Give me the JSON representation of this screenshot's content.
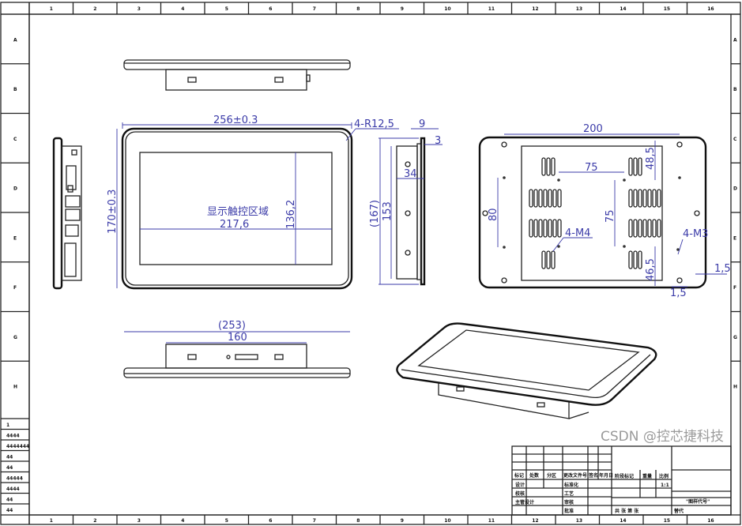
{
  "frame": {
    "columns": [
      "1",
      "2",
      "3",
      "4",
      "5",
      "6",
      "7",
      "8",
      "9",
      "10",
      "11",
      "12",
      "13",
      "14",
      "15",
      "16"
    ],
    "rows": [
      "A",
      "B",
      "C",
      "D",
      "E",
      "F",
      "G",
      "H"
    ]
  },
  "views": {
    "front": {
      "width_dim": "256±0.3",
      "height_dim": "170±0.3",
      "corner_radius": "4-R12,5",
      "area_label": "显示触控区域",
      "area_width": "217,6",
      "area_height": "136,2"
    },
    "side": {
      "depth_total": "9",
      "bezel": "3",
      "bracket_depth": "34",
      "overall_height": "(167)",
      "bracket_height": "153"
    },
    "back": {
      "hole_span": "200",
      "vesa_h": "75",
      "vesa_v": "75",
      "side_hole_span": "80",
      "top_offset": "48,5",
      "bottom_offset": "46,5",
      "m4": "4-M4",
      "m3": "4-M3",
      "edge_right": "1,5",
      "edge_bottom": "1,5"
    },
    "bottom": {
      "overall_width": "(253)",
      "bracket_width": "160"
    }
  },
  "title_block": {
    "headers": [
      "标记",
      "处数",
      "分区",
      "更改文件号",
      "签名",
      "年月日"
    ],
    "roles": [
      "设计",
      "校核",
      "主管设计"
    ],
    "roles2": [
      "标准化",
      "工艺",
      "审核",
      "批准"
    ],
    "stage_header": "阶段标记",
    "weight_header": "重量",
    "scale_header": "比例",
    "scale": "1:1",
    "drawing_no": "\"图样代号\"",
    "sheets": "共 张 第 张",
    "replace": "替代"
  },
  "left_table": [
    "1",
    "4444",
    "4444444",
    "44",
    "44",
    "44444",
    "4444",
    "44",
    "44"
  ],
  "watermark": "CSDN @控芯捷科技",
  "colors": {
    "dimension": "#3b3ba8",
    "line": "#222222"
  }
}
